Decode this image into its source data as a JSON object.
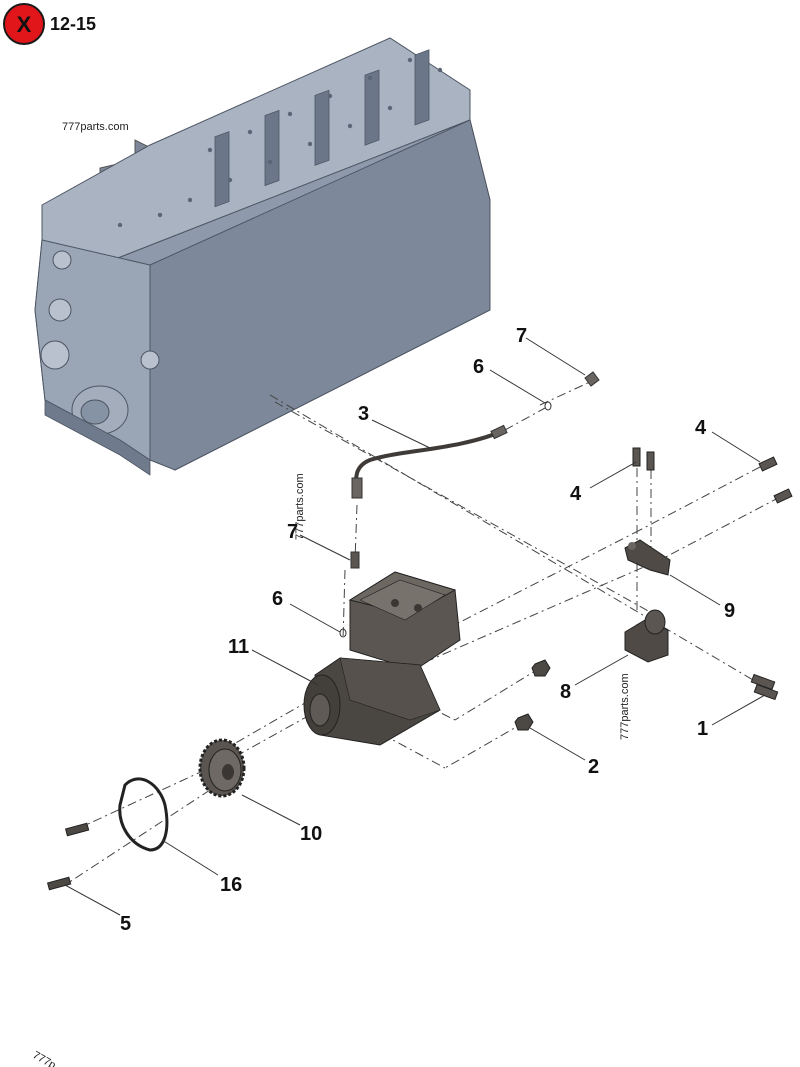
{
  "header": {
    "badge_letter": "X",
    "badge_color": "#e0161b",
    "ref_code": "12-15"
  },
  "watermarks": {
    "top_left": "777parts.com",
    "center_rotated": "777parts.com",
    "right_rotated": "777parts.com",
    "bottom_left": "777p"
  },
  "callouts": {
    "c1": "1",
    "c2": "2",
    "c3": "3",
    "c4a": "4",
    "c4b": "4",
    "c5": "5",
    "c6a": "6",
    "c6b": "6",
    "c7a": "7",
    "c7b": "7",
    "c8": "8",
    "c9": "9",
    "c10": "10",
    "c11": "11",
    "c16": "16"
  },
  "colors": {
    "engine_block": "#8e9aab",
    "engine_block_shadow": "#6f7b8c",
    "compressor": "#4a4642",
    "bracket": "#4f4a45"
  }
}
